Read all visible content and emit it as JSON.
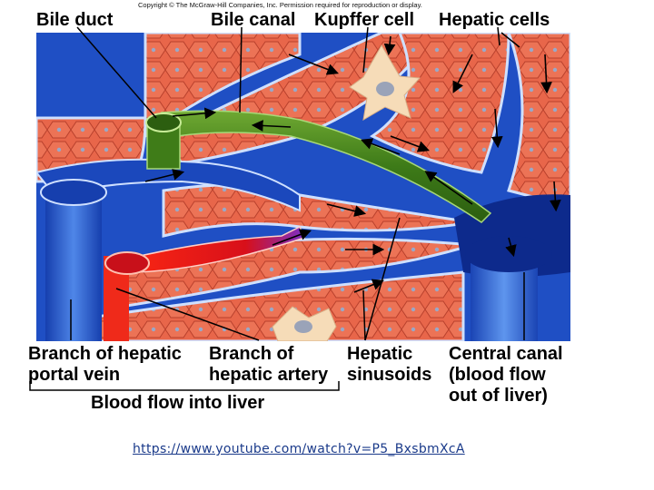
{
  "copyright": "Copyright © The McGraw-Hill Companies, Inc. Permission required for reproduction or display.",
  "labels": {
    "bile_duct": "Bile duct",
    "bile_canal": "Bile canal",
    "kupffer_cell": "Kupffer cell",
    "hepatic_cells": "Hepatic cells",
    "portal_vein_line1": "Branch of hepatic",
    "portal_vein_line2": "portal vein",
    "hepatic_artery_line1": "Branch of",
    "hepatic_artery_line2": "hepatic artery",
    "sinusoids_line1": "Hepatic",
    "sinusoids_line2": "sinusoids",
    "central_canal_line1": "Central canal",
    "central_canal_line2": "(blood flow",
    "central_canal_line3": "out of liver)",
    "blood_flow_into_liver": "Blood flow into liver"
  },
  "link": {
    "url_text": "https://www.youtube.com/watch?v=P5_BxsbmXcA"
  },
  "colors": {
    "hepatic_tissue": "#e8664a",
    "cell_outline": "#b8402c",
    "vessel_blue": "#1f4fc4",
    "vessel_dark_blue": "#0d2a8c",
    "bile_green": "#4f8a1e",
    "artery_red": "#e81a10",
    "sinusoid_blue": "#2a5fd6",
    "kupffer_cream": "#f6dcb8"
  }
}
